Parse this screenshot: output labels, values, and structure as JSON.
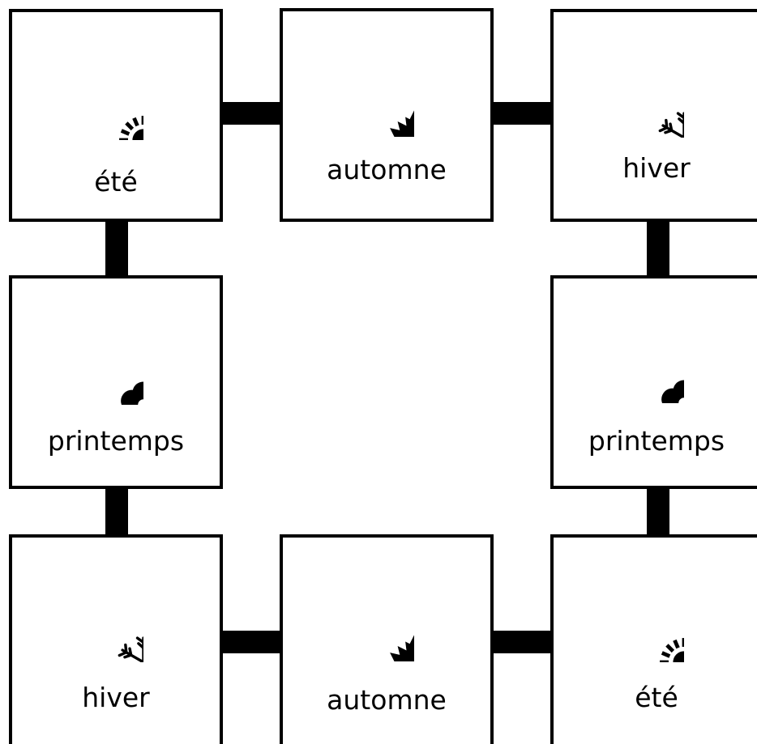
{
  "diagram": {
    "tiles": [
      {
        "id": "t1",
        "icon": "sun-icon",
        "label": "été"
      },
      {
        "id": "t2",
        "icon": "maple-leaf-icon",
        "label": "automne"
      },
      {
        "id": "t3",
        "icon": "snowflake-icon",
        "label": "hiver"
      },
      {
        "id": "t4",
        "icon": "flower-icon",
        "label": "printemps"
      },
      {
        "id": "t5",
        "icon": "flower-icon",
        "label": "printemps"
      },
      {
        "id": "t6",
        "icon": "snowflake-icon",
        "label": "hiver"
      },
      {
        "id": "t7",
        "icon": "maple-leaf-icon",
        "label": "automne"
      },
      {
        "id": "t8",
        "icon": "sun-icon",
        "label": "été"
      }
    ],
    "colors": {
      "line": "#000000",
      "tile_background": "#ffffff"
    }
  }
}
